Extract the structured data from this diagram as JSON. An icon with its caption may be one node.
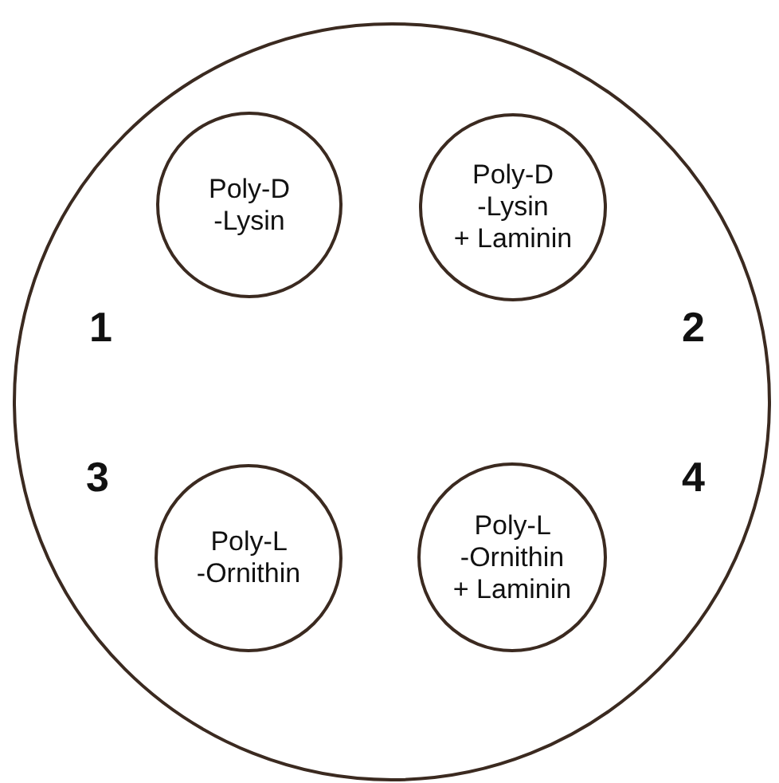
{
  "diagram": {
    "nodes": [
      {
        "text": [],
        "shape": "circle"
      },
      {
        "text": [
          "Poly-D -Lysin"
        ],
        "in": 0
      },
      {
        "text": [
          "Poly-D -Lysin + Laminin"
        ],
        "in": 0
      },
      {
        "text": [
          "Poly-L -Ornithin"
        ],
        "in": 0
      },
      {
        "text": [
          "Poly-L -Ornithin + Laminin"
        ],
        "in": 0
      }
    ],
    "edges": [],
    "labels": [
      "1",
      "2",
      "3",
      "4"
    ]
  }
}
